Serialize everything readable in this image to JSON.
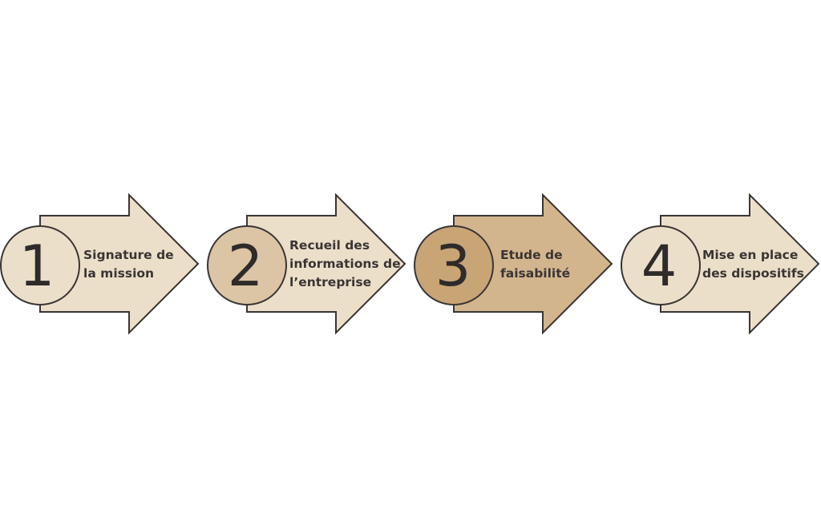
{
  "steps": [
    {
      "number": "1",
      "label_lines": [
        "Signature de",
        "la mission"
      ],
      "arrow_color": "#ecdfca",
      "circle_color": "#ecdfca"
    },
    {
      "number": "2",
      "label_lines": [
        "Recueil des",
        "informations de",
        "l’entreprise"
      ],
      "arrow_color": "#ecdfca",
      "circle_color": "#dcc5a5"
    },
    {
      "number": "3",
      "label_lines": [
        "Etude de",
        "faisabilité"
      ],
      "arrow_color": "#d3b58d",
      "circle_color": "#c9a475"
    },
    {
      "number": "4",
      "label_lines": [
        "Mise en place",
        "des dispositifs"
      ],
      "arrow_color": "#ecdfca",
      "circle_color": "#ecdfca"
    }
  ],
  "colors": {
    "stroke": "#3a3533",
    "text": "#3a3533",
    "number": "#2e2b2a",
    "background": "#ffffff"
  }
}
